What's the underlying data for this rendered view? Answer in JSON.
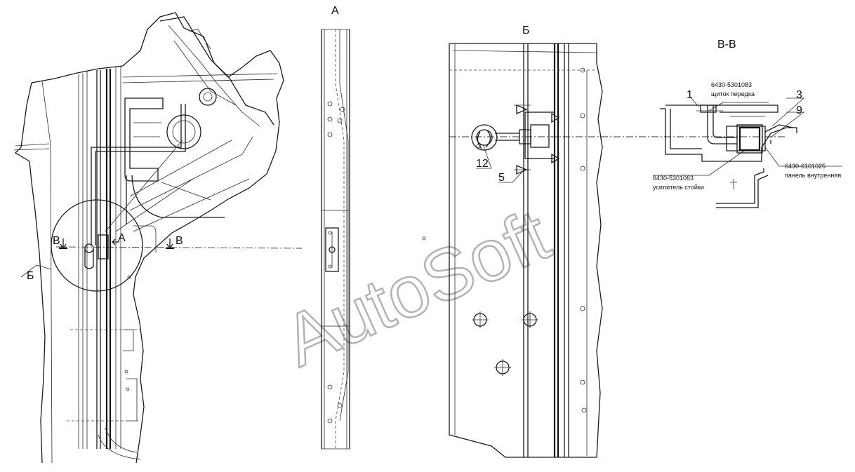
{
  "view_titles": {
    "view_a": "А",
    "view_b": "Б",
    "section_vv": "В-В"
  },
  "main_view": {
    "section_mark_left": "В",
    "section_mark_right": "В",
    "view_mark_a": "А",
    "callout_b": "Б"
  },
  "detail_b": {
    "callout_12": "12",
    "callout_5": "5"
  },
  "section_vv": {
    "callout_1": "1",
    "callout_3": "3",
    "callout_9": "9",
    "part_top_number": "6430-5301083",
    "part_top_name": "щиток передка",
    "part_left_number": "6430-5301063",
    "part_left_name": "усилитель стойки",
    "part_right_number": "6430-6101025",
    "part_right_name": "панель внутренняя"
  },
  "watermark": "AutoSoft"
}
